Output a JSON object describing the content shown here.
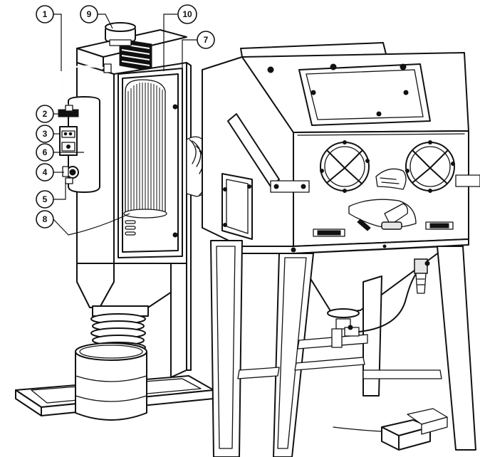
{
  "callouts": [
    {
      "id": "callout-1",
      "label": "1"
    },
    {
      "id": "callout-2",
      "label": "2"
    },
    {
      "id": "callout-3",
      "label": "3"
    },
    {
      "id": "callout-4",
      "label": "4"
    },
    {
      "id": "callout-5",
      "label": "5"
    },
    {
      "id": "callout-6",
      "label": "6"
    },
    {
      "id": "callout-7",
      "label": "7"
    },
    {
      "id": "callout-8",
      "label": "8"
    },
    {
      "id": "callout-9",
      "label": "9"
    },
    {
      "id": "callout-10",
      "label": "10"
    }
  ],
  "colors": {
    "line": "#111111",
    "background": "#ffffff"
  }
}
